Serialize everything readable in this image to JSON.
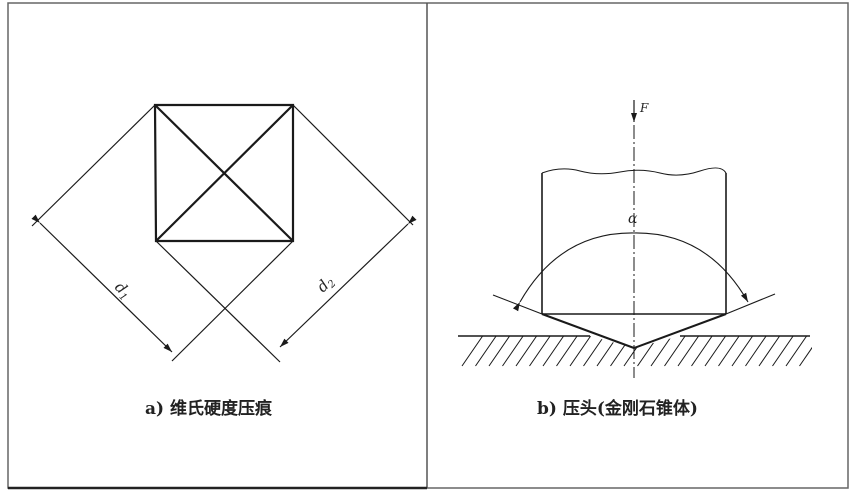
{
  "panel_a": {
    "caption": "a) 维氏硬度压痕",
    "label_d1": "d",
    "label_d1_sub": "1",
    "label_d2": "d",
    "label_d2_sub": "2"
  },
  "panel_b": {
    "caption": "b) 压头(金刚石锥体)",
    "label_force": "F",
    "label_angle": "α"
  },
  "colors": {
    "line": "#1a1a1a",
    "border": "#555555"
  }
}
